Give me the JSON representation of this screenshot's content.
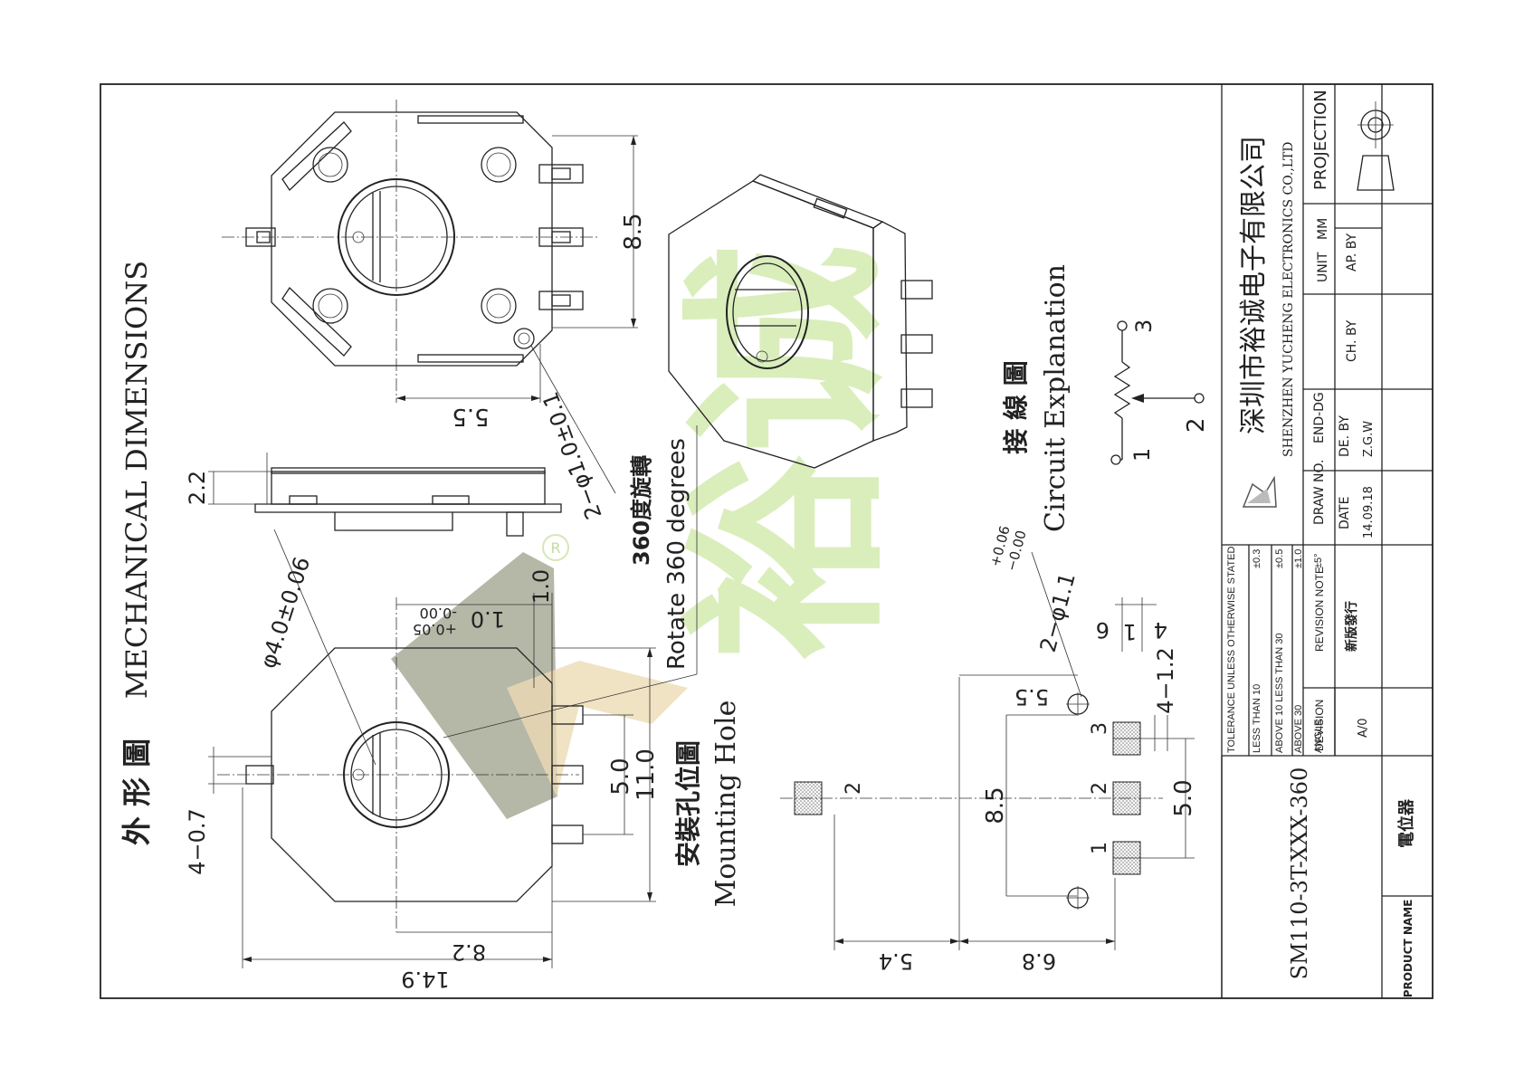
{
  "title_cn": "外 形 圖",
  "title_en": "MECHANICAL DIMENSIONS",
  "mounting_cn": "安裝孔位圖",
  "mounting_en": "Mounting Hole",
  "circuit_cn": "接 線 圖",
  "circuit_en": "Circuit Explanation",
  "rotate_cn": "360度旋轉",
  "rotate_en": "Rotate 360 degrees",
  "watermark": "裕诚",
  "registered": "R",
  "pins": {
    "p1": "1",
    "p2": "2",
    "p3": "3"
  },
  "dims": {
    "top_8_5": "8.5",
    "top_5_5": "5.5",
    "hole_2_phi1": "2−φ1.0±0.1",
    "side_2_2": "2.2",
    "phi4": "φ4.0±0.06",
    "one_0_a": "1.0",
    "one_0_b": "1.0",
    "one_0_tol_up": "+0.05",
    "one_0_tol_dn": "-0.00",
    "front_5_0": "5.0",
    "front_11_0": "11.0",
    "four_0_7": "4−0.7",
    "front_8_2": "8.2",
    "front_14_9": "14.9",
    "mh_2_phi11": "2−φ1.1",
    "mh_tol_up": "+0.06",
    "mh_tol_dn": "−0.00",
    "mh_5_5": "5.5",
    "mh_8_5": "8.5",
    "mh_4_1_2": "4−1.2",
    "mh_1": "1",
    "mh_4": "4",
    "mh_6": "6",
    "mh_5_0": "5.0",
    "mh_5_4": "5.4",
    "mh_6_8": "6.8"
  },
  "title_block": {
    "company_cn": "深圳市裕诚电子有限公司",
    "company_en": "SHENZHEN YUCHENG ELECTRONICS CO.,LTD",
    "projection": "PROJECTION",
    "unit_label": "UNIT",
    "unit_value": "MM",
    "ap_by": "AP. BY",
    "ch_by": "CH. BY",
    "draw_no_label": "DRAW NO.",
    "draw_no_value": "END-DG",
    "de_by_label": "DE. BY",
    "de_by_value": "Z.G.W",
    "date_label": "DATE",
    "date_value": "14.09.18",
    "tol_header": "TOLERANCE UNLESS OTHERWISE STATED",
    "tol_rows": [
      {
        "label": "LESS THAN  10",
        "value": "±0.3"
      },
      {
        "label": "ABOVE 10 LESS THAN 30",
        "value": "±0.5"
      },
      {
        "label": "ABOVE  30",
        "value": "±1.0"
      },
      {
        "label": "ANGLE",
        "value": "±5°"
      }
    ],
    "devision_label": "DEVISION",
    "devision_value": "A/0",
    "revision_label": "REVISION NOTE",
    "revision_value": "新版發行",
    "part_number": "SM110-3T-XXX-360",
    "product_name_label": "PRODUCT NAME",
    "product_name_value": "電位器"
  }
}
